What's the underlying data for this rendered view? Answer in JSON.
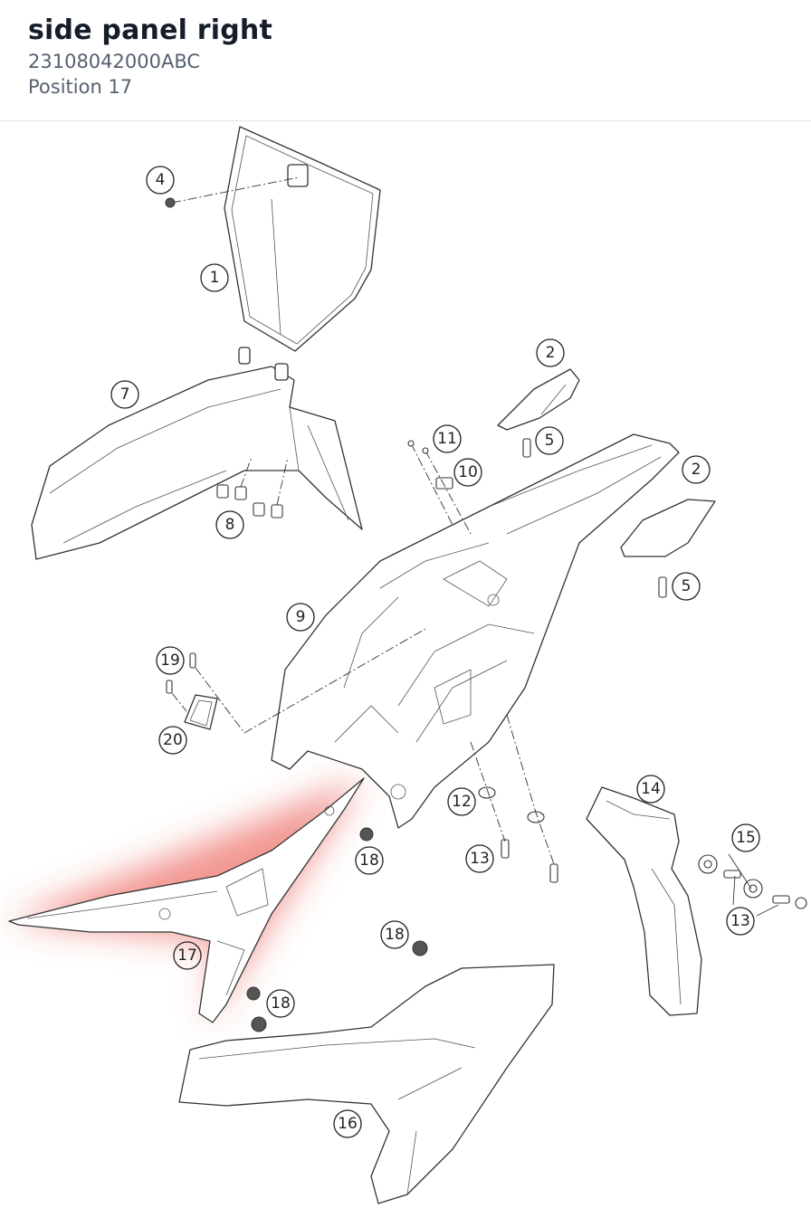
{
  "header": {
    "title": "side panel right",
    "part_number": "23108042000ABC",
    "position_label": "Position 17"
  },
  "diagram": {
    "highlight_color": "#e8453c",
    "callouts": [
      "1",
      "2",
      "2",
      "4",
      "5",
      "5",
      "7",
      "8",
      "9",
      "10",
      "11",
      "12",
      "13",
      "13",
      "14",
      "15",
      "16",
      "17",
      "18",
      "18",
      "18",
      "19",
      "20"
    ],
    "highlighted_callout": "17"
  }
}
